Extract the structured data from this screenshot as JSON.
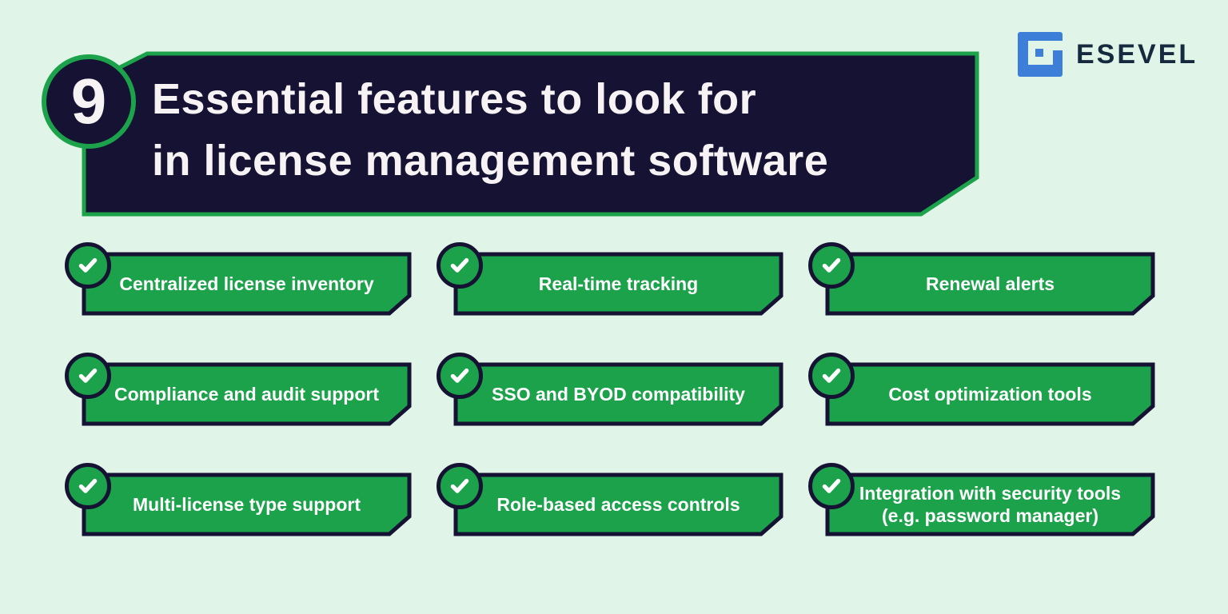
{
  "colors": {
    "background": "#e0f4e7",
    "green": "#1ba24a",
    "navy": "#151233",
    "offwhite": "#f7f2f3",
    "white": "#ffffff",
    "logo_blue": "#3d7ed9",
    "logo_text": "#15293f"
  },
  "header": {
    "count": "9",
    "title_line1": "Essential features to look for",
    "title_line2": "in license management software"
  },
  "logo": {
    "brand": "ESEVEL",
    "icon": "esevel-square-logo-icon"
  },
  "features": [
    {
      "label": "Centralized license inventory"
    },
    {
      "label": "Real-time tracking"
    },
    {
      "label": "Renewal alerts"
    },
    {
      "label": "Compliance and audit support"
    },
    {
      "label": "SSO and BYOD compatibility"
    },
    {
      "label": "Cost optimization tools"
    },
    {
      "label": "Multi-license type support"
    },
    {
      "label": "Role-based access controls"
    },
    {
      "label": "Integration with security tools (e.g. password manager)"
    }
  ]
}
